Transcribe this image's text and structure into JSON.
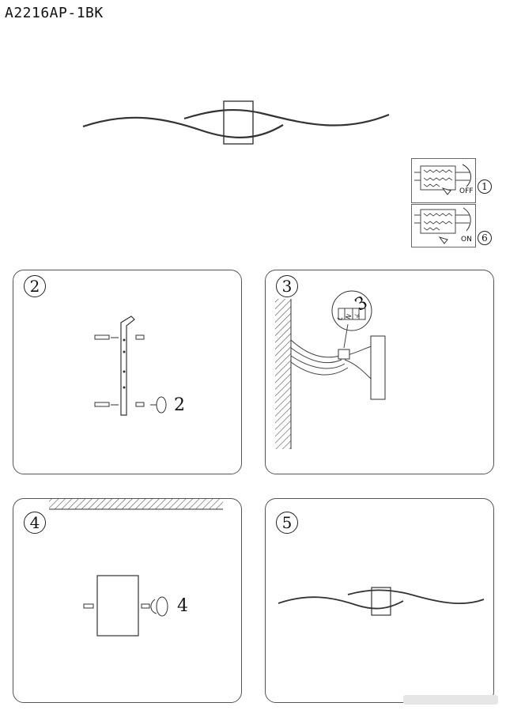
{
  "model_code": "A2216AP-1BK",
  "switch_diagram": {
    "off_label": "OFF",
    "on_label": "ON",
    "off_step": "1",
    "on_step": "6"
  },
  "steps": [
    {
      "number": "2",
      "callout": "2"
    },
    {
      "number": "3",
      "callout": "3"
    },
    {
      "number": "4",
      "callout": "4"
    },
    {
      "number": "5",
      "callout": ""
    }
  ],
  "wire_labels": [
    "L",
    "N",
    "⏚"
  ]
}
